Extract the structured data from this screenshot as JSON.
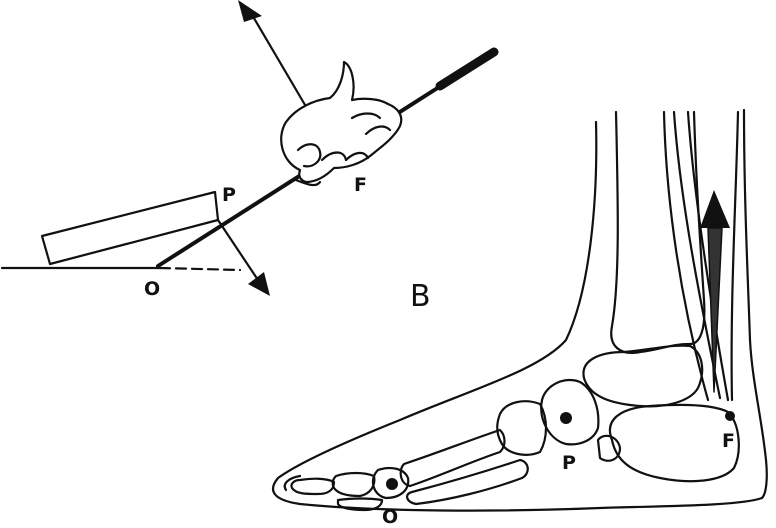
{
  "figure": {
    "panel_label": "B",
    "lever": {
      "pivot_label": "O",
      "load_label": "P",
      "force_label": "F"
    },
    "foot": {
      "pivot_label": "O",
      "load_label": "P",
      "force_label": "F"
    }
  },
  "colors": {
    "ink": "#111111",
    "paper": "#ffffff"
  }
}
